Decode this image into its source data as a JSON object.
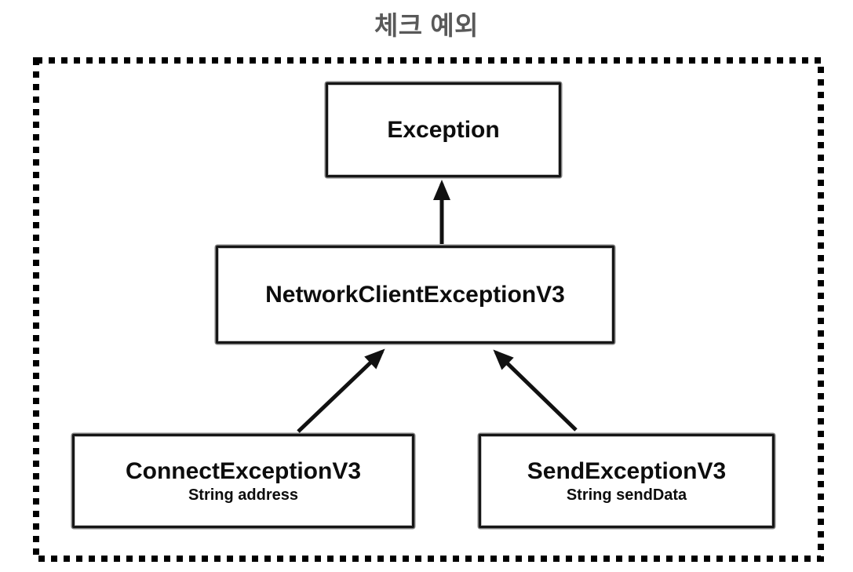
{
  "title": "체크 예외",
  "colors": {
    "background": "#ffffff",
    "title_text": "#595959",
    "node_border": "#161616",
    "node_text": "#0d0d0d",
    "outer_dotted_border": "#000000",
    "arrow": "#111111"
  },
  "nodes": {
    "exception": {
      "label": "Exception"
    },
    "network_client": {
      "label": "NetworkClientExceptionV3"
    },
    "connect": {
      "label": "ConnectExceptionV3",
      "field": "String address"
    },
    "send": {
      "label": "SendExceptionV3",
      "field": "String sendData"
    }
  },
  "edges": [
    {
      "from": "NetworkClientExceptionV3",
      "to": "Exception",
      "type": "inheritance-arrow"
    },
    {
      "from": "ConnectExceptionV3",
      "to": "NetworkClientExceptionV3",
      "type": "inheritance-arrow"
    },
    {
      "from": "SendExceptionV3",
      "to": "NetworkClientExceptionV3",
      "type": "inheritance-arrow"
    }
  ]
}
